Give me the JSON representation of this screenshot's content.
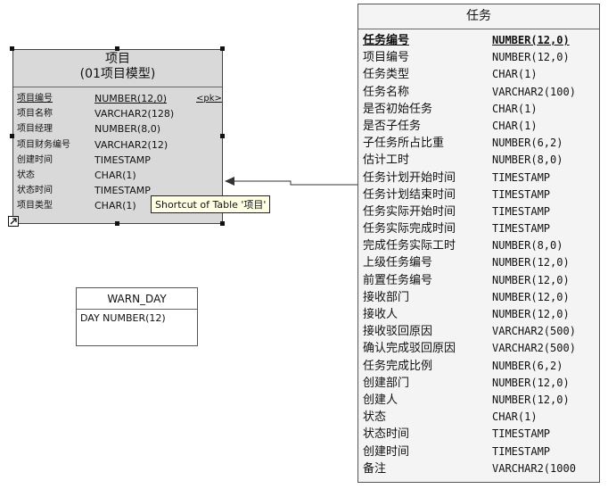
{
  "project_table": {
    "title": "项目",
    "subtitle": "(01项目模型)",
    "columns": [
      {
        "name": "项目编号",
        "type": "NUMBER(12,0)",
        "key": "<pk>",
        "primary": true
      },
      {
        "name": "项目名称",
        "type": "VARCHAR2(128)",
        "key": "",
        "primary": false
      },
      {
        "name": "项目经理",
        "type": "NUMBER(8,0)",
        "key": "",
        "primary": false
      },
      {
        "name": "项目财务编号",
        "type": "VARCHAR2(12)",
        "key": "",
        "primary": false
      },
      {
        "name": "创建时间",
        "type": "TIMESTAMP",
        "key": "",
        "primary": false
      },
      {
        "name": "状态",
        "type": "CHAR(1)",
        "key": "",
        "primary": false
      },
      {
        "name": "状态时间",
        "type": "TIMESTAMP",
        "key": "",
        "primary": false
      },
      {
        "name": "项目类型",
        "type": "CHAR(1)",
        "key": "",
        "primary": false
      }
    ]
  },
  "task_table": {
    "title": "任务",
    "columns": [
      {
        "name": "任务编号",
        "type": "NUMBER(12,0)",
        "primary": true
      },
      {
        "name": "项目编号",
        "type": "NUMBER(12,0)",
        "primary": false
      },
      {
        "name": "任务类型",
        "type": "CHAR(1)",
        "primary": false
      },
      {
        "name": "任务名称",
        "type": "VARCHAR2(100)",
        "primary": false
      },
      {
        "name": "是否初始任务",
        "type": "CHAR(1)",
        "primary": false
      },
      {
        "name": "是否子任务",
        "type": "CHAR(1)",
        "primary": false
      },
      {
        "name": "子任务所占比重",
        "type": "NUMBER(6,2)",
        "primary": false
      },
      {
        "name": "估计工时",
        "type": "NUMBER(8,0)",
        "primary": false
      },
      {
        "name": "任务计划开始时间",
        "type": "TIMESTAMP",
        "primary": false
      },
      {
        "name": "任务计划结束时间",
        "type": "TIMESTAMP",
        "primary": false
      },
      {
        "name": "任务实际开始时间",
        "type": "TIMESTAMP",
        "primary": false
      },
      {
        "name": "任务实际完成时间",
        "type": "TIMESTAMP",
        "primary": false
      },
      {
        "name": "完成任务实际工时",
        "type": "NUMBER(8,0)",
        "primary": false
      },
      {
        "name": "上级任务编号",
        "type": "NUMBER(12,0)",
        "primary": false
      },
      {
        "name": "前置任务编号",
        "type": "NUMBER(12,0)",
        "primary": false
      },
      {
        "name": "接收部门",
        "type": "NUMBER(12,0)",
        "primary": false
      },
      {
        "name": "接收人",
        "type": "NUMBER(12,0)",
        "primary": false
      },
      {
        "name": "接收驳回原因",
        "type": "VARCHAR2(500)",
        "primary": false
      },
      {
        "name": "确认完成驳回原因",
        "type": "VARCHAR2(500)",
        "primary": false
      },
      {
        "name": "任务完成比例",
        "type": "NUMBER(6,2)",
        "primary": false
      },
      {
        "name": "创建部门",
        "type": "NUMBER(12,0)",
        "primary": false
      },
      {
        "name": "创建人",
        "type": "NUMBER(12,0)",
        "primary": false
      },
      {
        "name": "状态",
        "type": "CHAR(1)",
        "primary": false
      },
      {
        "name": "状态时间",
        "type": "TIMESTAMP",
        "primary": false
      },
      {
        "name": "创建时间",
        "type": "TIMESTAMP",
        "primary": false
      },
      {
        "name": "备注",
        "type": "VARCHAR2(1000",
        "primary": false
      }
    ]
  },
  "warn_table": {
    "title": "WARN_DAY",
    "columns": [
      {
        "name": "DAY",
        "type": "NUMBER(12)"
      }
    ]
  },
  "tooltip": {
    "text": "Shortcut of Table '项目'"
  }
}
